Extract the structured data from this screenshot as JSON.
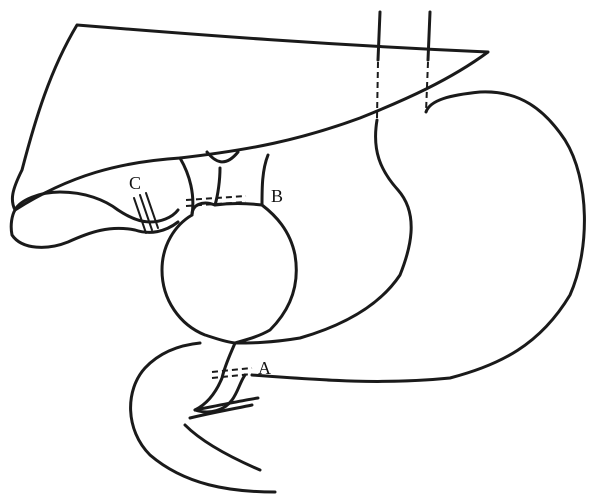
{
  "labels": {
    "a": "A",
    "b": "B",
    "c": "C"
  },
  "colors": {
    "line": "#1a1a1a",
    "background": "#ffffff"
  }
}
